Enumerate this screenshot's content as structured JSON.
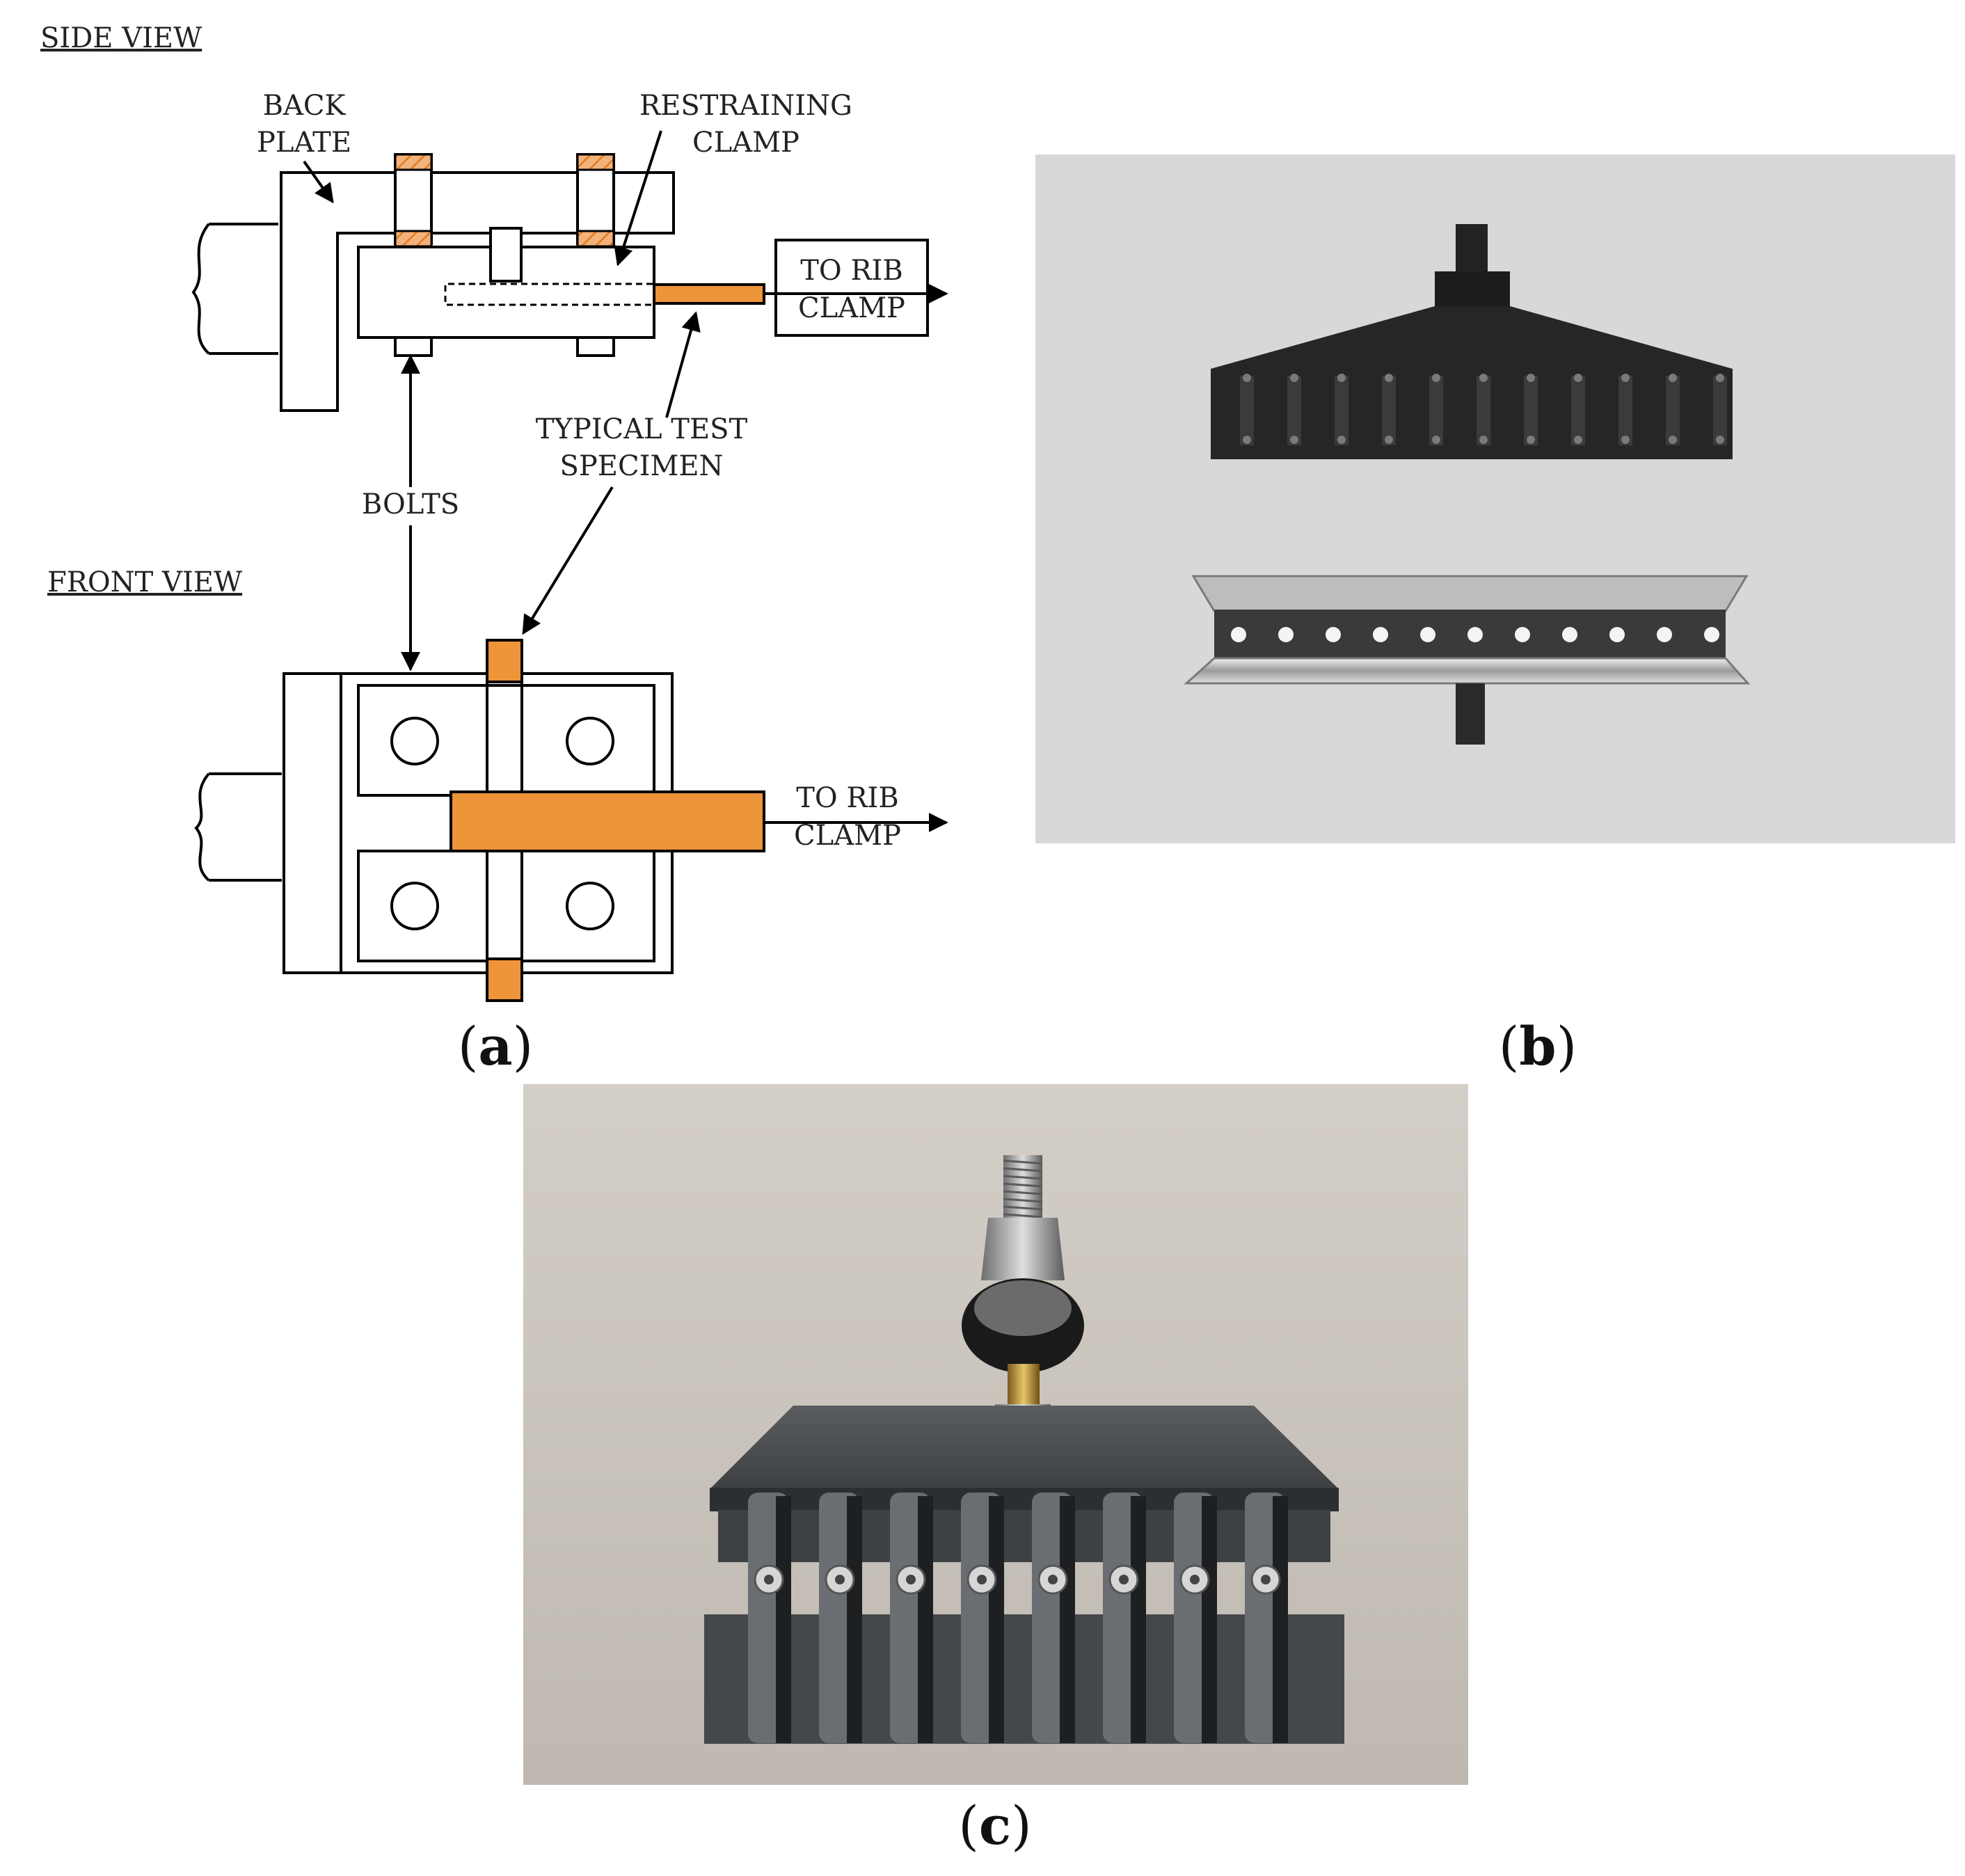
{
  "panel_a": {
    "side_view_title": "SIDE VIEW",
    "front_view_title": "FRONT VIEW",
    "labels": {
      "back_plate_line1": "BACK",
      "back_plate_line2": "PLATE",
      "restraining_line1": "RESTRAINING",
      "restraining_line2": "CLAMP",
      "to_rib_line1": "TO RIB",
      "to_rib_line2": "CLAMP",
      "specimen_line1": "TYPICAL TEST",
      "specimen_line2": "SPECIMEN",
      "bolts": "BOLTS",
      "front_to_rib_line1": "TO RIB",
      "front_to_rib_line2": "CLAMP"
    },
    "caption_open": "(",
    "caption_letter": "a",
    "caption_close": ")"
  },
  "panel_b": {
    "caption_open": "(",
    "caption_letter": "b",
    "caption_close": ")"
  },
  "panel_c": {
    "caption_open": "(",
    "caption_letter": "c",
    "caption_close": ")"
  },
  "colors": {
    "specimen": "#ee9439",
    "hatch": "#f3b27a",
    "photo_b_background": "#d8d8d8",
    "photo_c_background": "#c9c3bb",
    "fixture_dark": "#4a4d50"
  }
}
